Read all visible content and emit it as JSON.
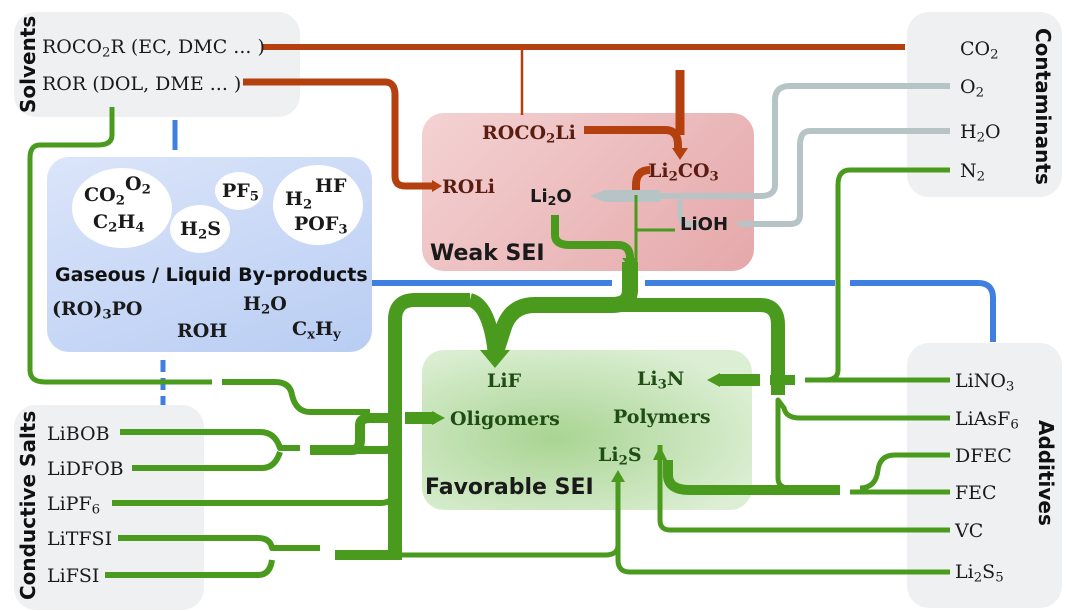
{
  "groups": {
    "solvents": {
      "title": "Solvents",
      "items": [
        {
          "pre": "ROCO",
          "sub": "2",
          "post": "R (EC, DMC  ... )"
        },
        {
          "pre": "ROR (DOL, DME  ... )",
          "sub": "",
          "post": ""
        }
      ]
    },
    "contaminants": {
      "title": "Contaminants",
      "items": [
        {
          "pre": "CO",
          "sub": "2",
          "post": ""
        },
        {
          "pre": "O",
          "sub": "2",
          "post": ""
        },
        {
          "pre": "H",
          "sub": "2",
          "post": "O"
        },
        {
          "pre": "N",
          "sub": "2",
          "post": ""
        }
      ]
    },
    "conductive_salts": {
      "title": "Conductive Salts",
      "items": [
        {
          "pre": "LiBOB",
          "sub": "",
          "post": ""
        },
        {
          "pre": "LiDFOB",
          "sub": "",
          "post": ""
        },
        {
          "pre": "LiPF",
          "sub": "6",
          "post": ""
        },
        {
          "pre": "LiTFSI",
          "sub": "",
          "post": ""
        },
        {
          "pre": "LiFSI",
          "sub": "",
          "post": ""
        }
      ]
    },
    "additives": {
      "title": "Additives",
      "items": [
        {
          "pre": "LiNO",
          "sub": "3",
          "post": ""
        },
        {
          "pre": "LiAsF",
          "sub": "6",
          "post": ""
        },
        {
          "pre": "DFEC",
          "sub": "",
          "post": ""
        },
        {
          "pre": "FEC",
          "sub": "",
          "post": ""
        },
        {
          "pre": "VC",
          "sub": "",
          "post": ""
        },
        {
          "pre": "Li",
          "sub": "2",
          "post": "S",
          "sub2": "5"
        }
      ]
    }
  },
  "byproducts": {
    "title": "Gaseous / Liquid By-products",
    "bubble1": {
      "co2_pre": "CO",
      "co2_sub": "2",
      "o2_pre": "O",
      "o2_sub": "2",
      "c2h4_a": "C",
      "c2h4_s1": "2",
      "c2h4_b": "H",
      "c2h4_s2": "4"
    },
    "bubble2": {
      "pre": "PF",
      "sub": "5"
    },
    "bubble3": {
      "pre": "H",
      "sub": "2",
      "post": "S"
    },
    "bubble4": {
      "h2_pre": "H",
      "h2_sub": "2",
      "hf": "HF",
      "pof3_pre": "POF",
      "pof3_sub": "3"
    },
    "ro3po": {
      "pre": "(RO)",
      "sub": "3",
      "post": "PO"
    },
    "h2o": {
      "pre": "H",
      "sub": "2",
      "post": "O"
    },
    "roh": "ROH",
    "cxhy": {
      "a": "C",
      "s1": "x",
      "b": "H",
      "s2": "y"
    }
  },
  "weak_sei": {
    "title": "Weak SEI",
    "roco2li": {
      "pre": "ROCO",
      "sub": "2",
      "post": "Li"
    },
    "roli": "ROLi",
    "li2co3": {
      "pre": "Li",
      "sub": "2",
      "post": "CO",
      "sub2": "3"
    },
    "li2o": {
      "pre": "Li",
      "sub": "2",
      "post": "O"
    },
    "lioh": "LiOH"
  },
  "favorable_sei": {
    "title": "Favorable SEI",
    "lif": "LiF",
    "oligomers": "Oligomers",
    "li3n": {
      "pre": "Li",
      "sub": "3",
      "post": "N"
    },
    "polymers": "Polymers",
    "li2s": {
      "pre": "Li",
      "sub": "2",
      "post": "S"
    }
  },
  "colors": {
    "red_path": "#b5400f",
    "green_path": "#4a9a1e",
    "grey_path": "#b7c4c6",
    "blue_line": "#3f7fe0",
    "group_box": "#eef0f2",
    "byproduct_box": "#c9d8f5",
    "weak_box": "#eab6b8",
    "favorable_box": "#cfe7c4"
  }
}
